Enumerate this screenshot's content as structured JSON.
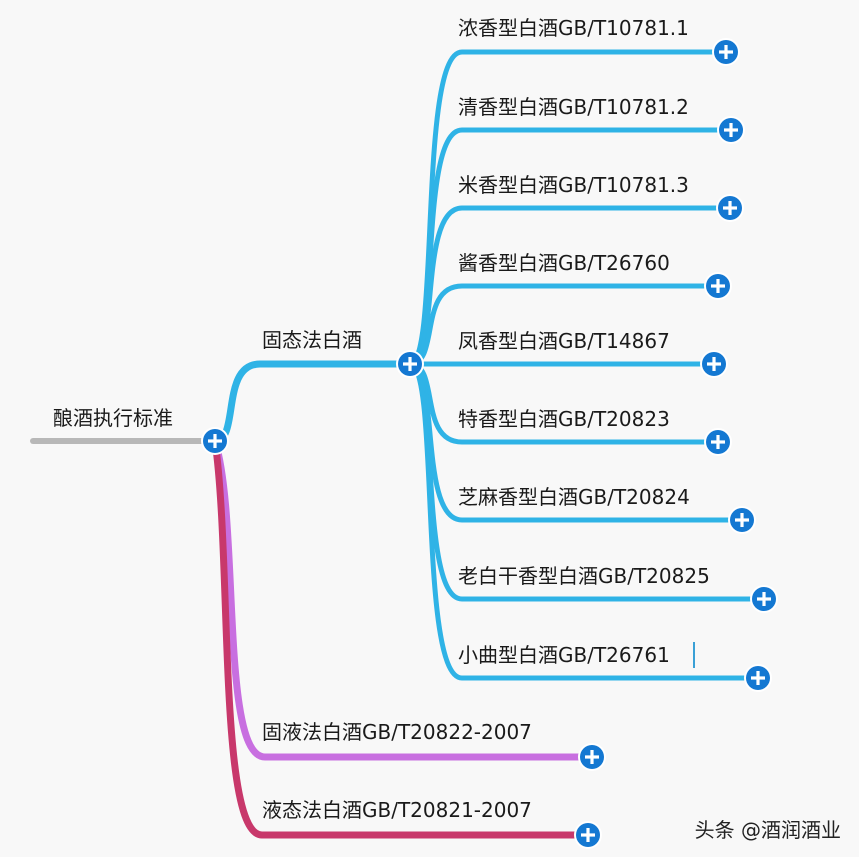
{
  "colors": {
    "root_line": "#b8b8b8",
    "solid": "#2fb3e6",
    "purple": "#c86fe0",
    "crimson": "#c8386b",
    "button": "#1478d2"
  },
  "root": {
    "label": "酿酒执行标准"
  },
  "solid": {
    "label": "固态法白酒",
    "children": [
      {
        "label": "浓香型白酒GB/T10781.1"
      },
      {
        "label": "清香型白酒GB/T10781.2"
      },
      {
        "label": "米香型白酒GB/T10781.3"
      },
      {
        "label": "酱香型白酒GB/T26760"
      },
      {
        "label": "凤香型白酒GB/T14867"
      },
      {
        "label": "特香型白酒GB/T20823"
      },
      {
        "label": "芝麻香型白酒GB/T20824"
      },
      {
        "label": "老白干香型白酒GB/T20825"
      },
      {
        "label": "小曲型白酒GB/T26761"
      }
    ]
  },
  "solid_liquid": {
    "label": "固液法白酒GB/T20822-2007"
  },
  "liquid": {
    "label": "液态法白酒GB/T20821-2007"
  },
  "watermark": "头条 @酒润酒业"
}
